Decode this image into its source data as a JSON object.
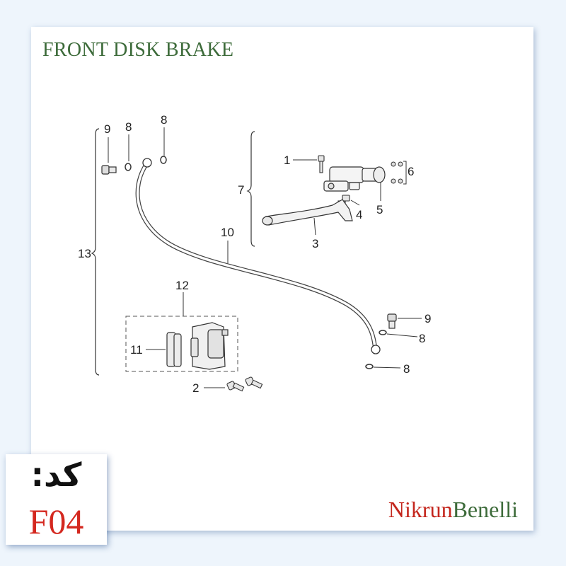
{
  "title": "FRONT DISK BRAKE",
  "code": {
    "label": "کد:",
    "value": "F04"
  },
  "brand": {
    "part1": "Nikrun",
    "part2": "Benelli"
  },
  "callouts": {
    "c1": "1",
    "c2": "2",
    "c3": "3",
    "c4": "4",
    "c5": "5",
    "c6": "6",
    "c7": "7",
    "c8a": "8",
    "c8b": "8",
    "c8c": "8",
    "c8d": "8",
    "c9a": "9",
    "c9b": "9",
    "c10": "10",
    "c11": "11",
    "c12": "12",
    "c13": "13"
  },
  "colors": {
    "title": "#3d6b3a",
    "code": "#d4281f",
    "brand_red": "#c4261d",
    "brand_green": "#3d6b3a"
  }
}
